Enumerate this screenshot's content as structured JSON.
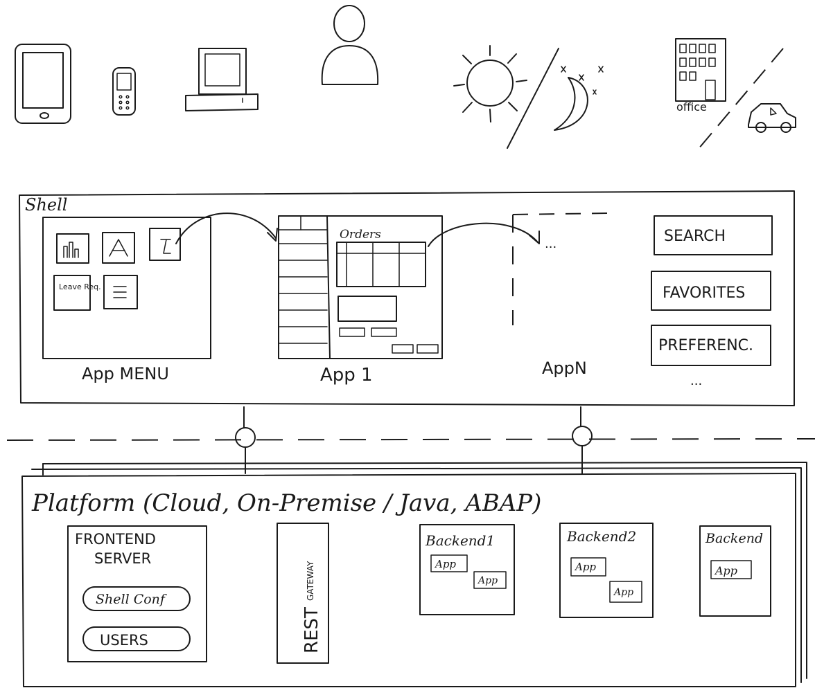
{
  "top_icons": {
    "office_label": "office"
  },
  "shell": {
    "title": "Shell",
    "app_menu": {
      "label": "App MENU",
      "tile_texts": [
        "Leave Req."
      ]
    },
    "app1": {
      "label": "App 1",
      "table_title": "Orders"
    },
    "appn": {
      "label": "AppN",
      "ellipsis": "..."
    },
    "side_buttons": [
      "SEARCH",
      "FAVORITES",
      "PREFERENC."
    ],
    "more": "..."
  },
  "platform": {
    "title": "Platform (Cloud, On-Premise / Java, ABAP)",
    "frontend": {
      "title_line1": "FRONTEND",
      "title_line2": "SERVER",
      "pills": [
        "Shell Conf",
        "USERS"
      ]
    },
    "gateway": {
      "rest": "REST",
      "gateway": "GATEWAY"
    },
    "backends": [
      {
        "title": "Backend1",
        "apps": [
          "App",
          "App"
        ]
      },
      {
        "title": "Backend2",
        "apps": [
          "App",
          "App"
        ]
      },
      {
        "title": "Backend",
        "apps": [
          "App"
        ]
      }
    ]
  }
}
